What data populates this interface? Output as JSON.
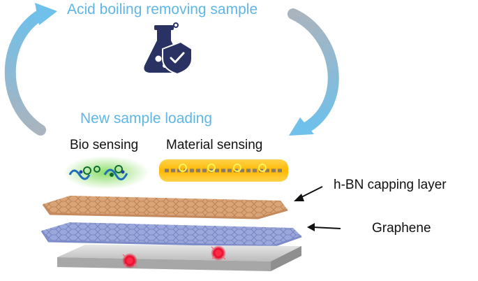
{
  "diagram": {
    "cycle_top_label": "Acid boiling removing sample",
    "cycle_bottom_label": "New sample loading",
    "sensing": {
      "bio_label": "Bio sensing",
      "material_label": "Material sensing"
    },
    "layers": {
      "hbn_label": "h-BN capping layer",
      "graphene_label": "Graphene"
    },
    "icon": "flask-shield-check-icon",
    "colors": {
      "text_blue": "#5fb6e6",
      "arrow_blue": "#6fc0ea",
      "arrow_grey": "#a9b4bf",
      "hbn_layer": "#d9a477",
      "graphene_layer": "#9aa7dc",
      "substrate": "#d3d3d3",
      "bio_glow": "#7ed957",
      "material_glow": "#ffb800",
      "defect": "#e8102f",
      "icon": "#2a3263"
    }
  }
}
